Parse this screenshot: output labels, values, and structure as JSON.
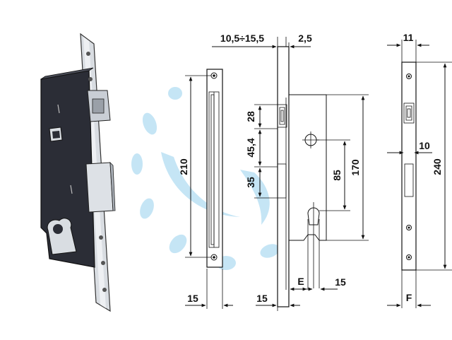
{
  "colors": {
    "line": "#111111",
    "watermark": "#bfe3f5",
    "lock_body": "#2b2d36",
    "lock_plate": "#d9dde2",
    "background": "#ffffff"
  },
  "lock_render": {
    "icon": "mortise-lock-3d-illustration"
  },
  "front_view": {
    "height": "210",
    "width": "15"
  },
  "side_view": {
    "backset": "10,5÷15,5",
    "faceplate_thickness": "2,5",
    "latch_spacing": "28",
    "handle_spacing": "45,4",
    "bolt_spacing": "35",
    "handle_to_cylinder": "85",
    "body_height": "170",
    "faceplate_width": "15",
    "e_label": "E",
    "cylinder_width": "15"
  },
  "right_view": {
    "top_width": "11",
    "faceplate_height": "240",
    "bolt_width": "10",
    "f_label": "F"
  }
}
